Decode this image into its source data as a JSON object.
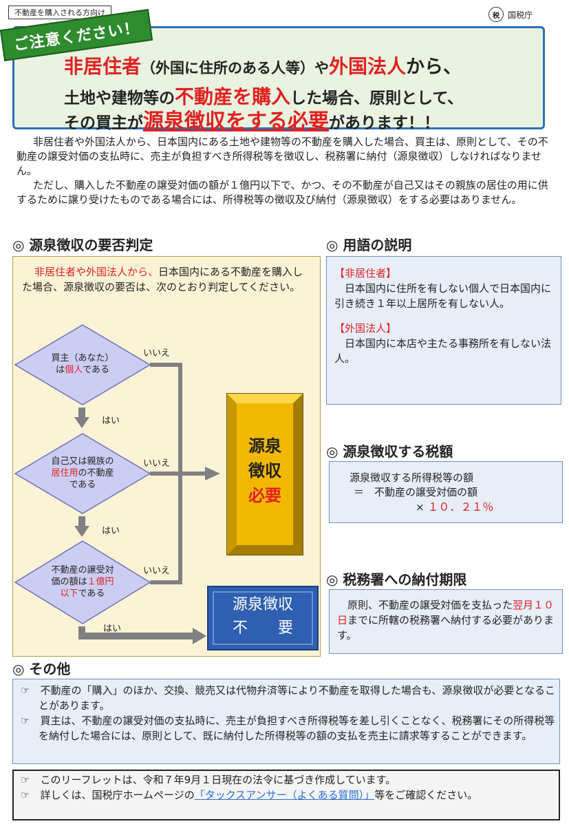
{
  "header": {
    "tag": "不動産を購入される方向け",
    "agency": "国税庁",
    "agency_logo_text": "税"
  },
  "banner": {
    "ribbon": "ご注意ください！",
    "l1_a": "非居住者",
    "l1_b": "（外国に住所のある人等）や",
    "l1_c": "外国法人",
    "l1_d": "から、",
    "l2_a": "土地や建物等の",
    "l2_b": "不動産を購入",
    "l2_c": "した場合、原則として、",
    "l3_a": "その買主が",
    "l3_b": "源泉徴収をする必要",
    "l3_c": "があります！！"
  },
  "intro": {
    "p1": "非居住者や外国法人から、日本国内にある土地や建物等の不動産を購入した場合、買主は、原則として、その不動産の譲受対価の支払時に、売主が負担すべき所得税等を徴収し、税務署に納付（源泉徴収）しなければなりません。",
    "p2": "ただし、購入した不動産の譲受対価の額が１億円以下で、かつ、その不動産が自己又はその親族の居住の用に供するために譲り受けたものである場合には、所得税等の徴収及び納付（源泉徴収）をする必要はありません。"
  },
  "judge": {
    "heading": "◎ 源泉徴収の要否判定",
    "intro_red": "非居住者や外国法人から、",
    "intro_rest": "日本国内にある不動産を購入した場合、源泉徴収の要否は、次のとおり判定してください。",
    "d1_a": "買主（あなた）",
    "d1_b": "は",
    "d1_red": "個人",
    "d1_c": "である",
    "d2_a": "自己又は親族の",
    "d2_red": "居住用",
    "d2_b": "の不動産",
    "d2_c": "である",
    "d3_a": "不動産の譲受対",
    "d3_b": "価の額は",
    "d3_red1": "１億円",
    "d3_red2": "以下",
    "d3_c": "である",
    "yes": "はい",
    "no": "いいえ",
    "req_1": "源泉",
    "req_2": "徴収",
    "req_3": "必要",
    "noreq_1": "源泉徴収",
    "noreq_2": "不　　要"
  },
  "terms": {
    "heading": "◎ 用語の説明",
    "t1": "【非居住者】",
    "d1": "日本国内に住所を有しない個人で日本国内に引き続き１年以上居所を有しない人。",
    "t2": "【外国法人】",
    "d2": "日本国内に本店や主たる事務所を有しない法人。"
  },
  "tax": {
    "heading": "◎ 源泉徴収する税額",
    "l1": "源泉徴収する所得税等の額",
    "l2": "＝　不動産の譲受対価の額",
    "l3_x": "×",
    "l3_rate": "１０．２１％"
  },
  "due": {
    "heading": "◎ 税務署への納付期限",
    "a": "原則、不動産の譲受対価を支払った",
    "red": "翌月１０日",
    "b": "までに所轄の税務署へ納付する必要があります。"
  },
  "other": {
    "heading": "◎ その他",
    "mark": "☞",
    "p1": "不動産の「購入」のほか、交換、競売又は代物弁済等により不動産を取得した場合も、源泉徴収が必要となることがあります。",
    "p2": "買主は、不動産の譲受対価の支払時に、売主が負担すべき所得税等を差し引くことなく、税務署にその所得税等を納付した場合には、原則として、既に納付した所得税等の額の支払を売主に請求等することができます。"
  },
  "footer": {
    "p1": "このリーフレットは、令和７年9月１日現在の法令に基づき作成しています。",
    "p2_a": "詳しくは、国税庁ホームページの",
    "p2_link": "「タックスアンサー（よくある質問）」",
    "p2_b": "等をご確認ください。"
  },
  "colors": {
    "accent_red": "#e02020",
    "banner_border": "#2a6fb8",
    "banner_bg": "#e9f3df",
    "ribbon_green": "#2e8b2e",
    "gold": "#f2b800",
    "blue_box": "#2f5fb0",
    "diamond": "#cccdf2"
  }
}
